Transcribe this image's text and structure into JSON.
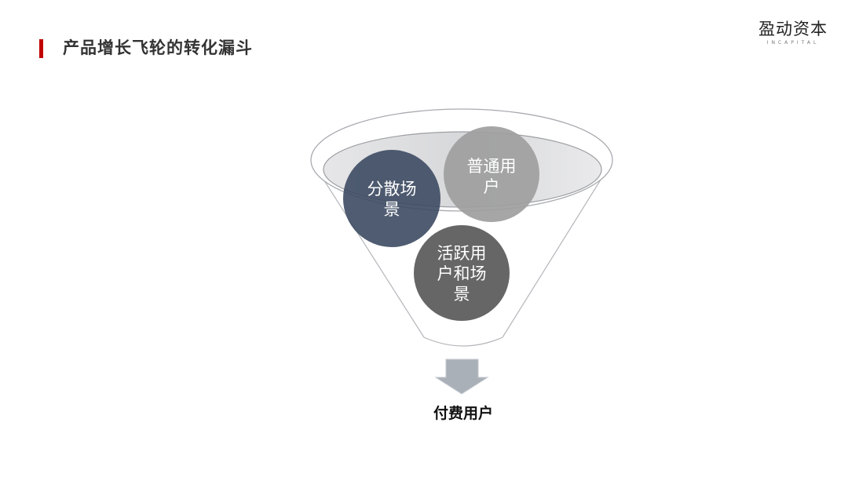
{
  "header": {
    "title": "产品增长飞轮的转化漏斗",
    "accent_color": "#c00000"
  },
  "brand": {
    "name_cn": "盈动资本",
    "name_en": "INCAPITAL"
  },
  "funnel": {
    "stages": [
      {
        "label_line1": "普通用",
        "label_line2": "户",
        "color": "#9e9e9e"
      },
      {
        "label_line1": "分散场",
        "label_line2": "景",
        "color": "#3c4a62"
      },
      {
        "label_line1": "活跃用",
        "label_line2": "户和场",
        "label_line3": "景",
        "color": "#5e5e5e"
      }
    ],
    "output_label": "付费用户",
    "arrow_color": "#aab0b8"
  }
}
